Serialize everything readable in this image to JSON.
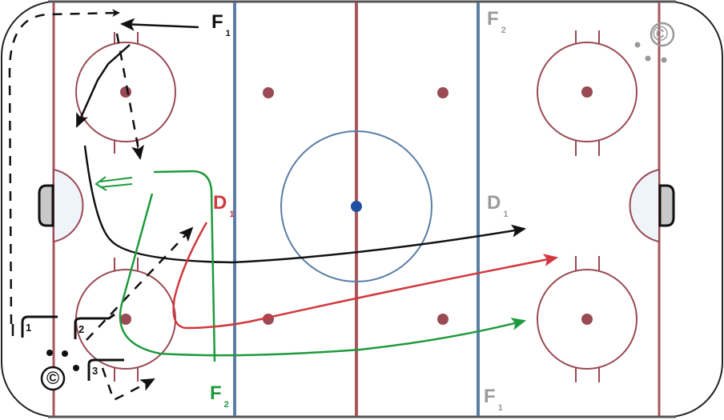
{
  "diagram": {
    "title": "Hockey rink drill diagram",
    "colors": {
      "boards": "#222222",
      "red_line": "#a5575d",
      "blue_line": "#5b7ea6",
      "center_dot": "#1f4fa0",
      "faceoff": "#9a4a55",
      "crease_fill": "#eef4fa",
      "net_fill": "#c8c8c8",
      "path_black": "#111111",
      "path_green": "#1e9a3c",
      "path_red": "#d0383e",
      "label_inactive": "#9a9a9a"
    },
    "labels": {
      "f1_top": {
        "main": "F",
        "sub": "1"
      },
      "f2_top_right": {
        "main": "F",
        "sub": "2"
      },
      "d1_left": {
        "main": "D",
        "sub": "1"
      },
      "d1_right": {
        "main": "D",
        "sub": "1"
      },
      "f2_bottom": {
        "main": "F",
        "sub": "2"
      },
      "f1_bottom_right": {
        "main": "F",
        "sub": "1"
      }
    },
    "cones": [
      {
        "label": "1"
      },
      {
        "label": "2"
      },
      {
        "label": "3"
      }
    ],
    "coach_left": "©",
    "coach_right": "©"
  }
}
